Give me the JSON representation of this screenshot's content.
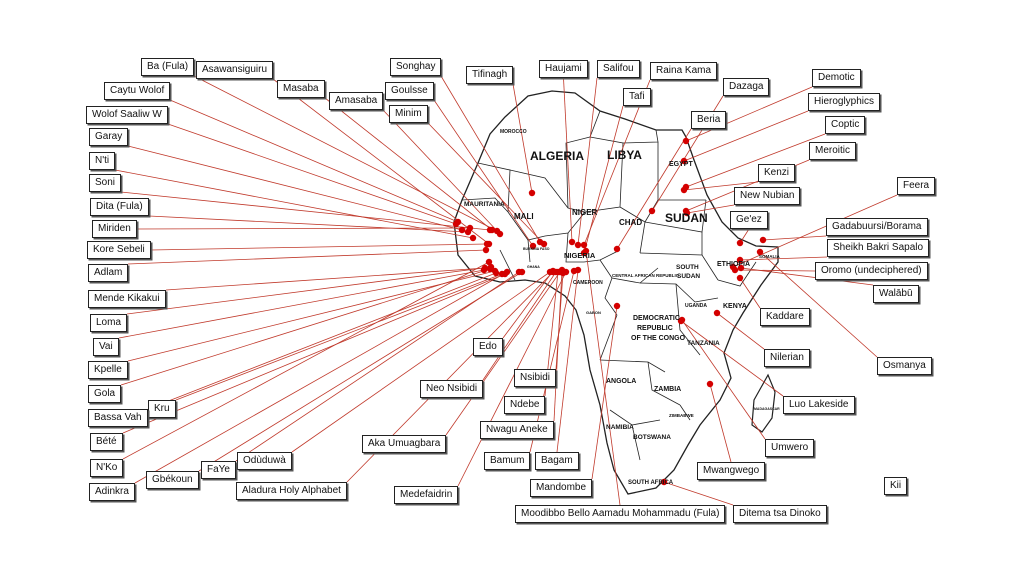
{
  "map": {
    "countries": {
      "algeria": "ALGERIA",
      "libya": "LIBYA",
      "egypt": "EGYPT",
      "sudan": "SUDAN",
      "chad": "CHAD",
      "niger": "NIGER",
      "mali": "MALI",
      "mauritania": "MAURITANIA",
      "morocco": "MOROCCO",
      "nigeria": "NIGERIA",
      "cameroon": "CAMEROON",
      "car": "CENTRAL AFRICAN REPUBLIC",
      "south_sudan_1": "SOUTH",
      "south_sudan_2": "SUDAN",
      "ethiopia": "ETHIOPIA",
      "somalia": "SOMALIA",
      "kenya": "KENYA",
      "uganda": "UGANDA",
      "drc_1": "DEMOCRATIC",
      "drc_2": "REPUBLIC",
      "drc_3": "OF THE CONGO",
      "tanzania": "TANZANIA",
      "angola": "ANGOLA",
      "zambia": "ZAMBIA",
      "zimbabwe": "ZIMBABWE",
      "namibia": "NAMIBIA",
      "botswana": "BOTSWANA",
      "south_africa": "SOUTH AFRICA",
      "madagascar": "MADAGASCAR",
      "gabon": "GABON",
      "burkina": "BURKINA FASO",
      "ghana": "GHANA"
    },
    "scripts": [
      "Ba (Fula)",
      "Asawansiguiru",
      "Caytu Wolof",
      "Masaba",
      "Amasaba",
      "Songhay",
      "Goulsse",
      "Minim",
      "Tifinagh",
      "Haujami",
      "Salifou",
      "Raina Kama",
      "Tafi",
      "Dazaga",
      "Demotic",
      "Hieroglyphics",
      "Coptic",
      "Meroitic",
      "Beria",
      "Kenzi",
      "New Nubian",
      "Ge'ez",
      "Feera",
      "Gadabuursi/Borama",
      "Sheikh Bakri Sapalo",
      "Oromo (undeciphered)",
      "Walābū",
      "Kaddare",
      "Osmanya",
      "Nilerian",
      "Luo Lakeside",
      "Umwero",
      "Mwangwego",
      "Ditema tsa Dinoko",
      "Kii",
      "Moodibbo Bello Aamadu Mohammadu (Fula)",
      "Mandombe",
      "Bamum",
      "Bagam",
      "Nwagu Aneke",
      "Ndebe",
      "Nsibidi",
      "Edo",
      "Neo Nsibidi",
      "Aka Umuagbara",
      "Medefaidrin",
      "Aladura Holy Alphabet",
      "Odùduwà",
      "FaYe",
      "Gbékoun",
      "Adinkra",
      "N'Ko",
      "Bété",
      "Kru",
      "Bassa Vah",
      "Gola",
      "Kpelle",
      "Vai",
      "Loma",
      "Mende Kikakui",
      "Adlam",
      "Kore Sebeli",
      "Miriden",
      "Dita (Fula)",
      "Soni",
      "N'ti",
      "Garay",
      "Wolof Saaliw W"
    ]
  },
  "colors": {
    "line": "#c0392b",
    "dot": "#d40000",
    "border": "#222222"
  }
}
